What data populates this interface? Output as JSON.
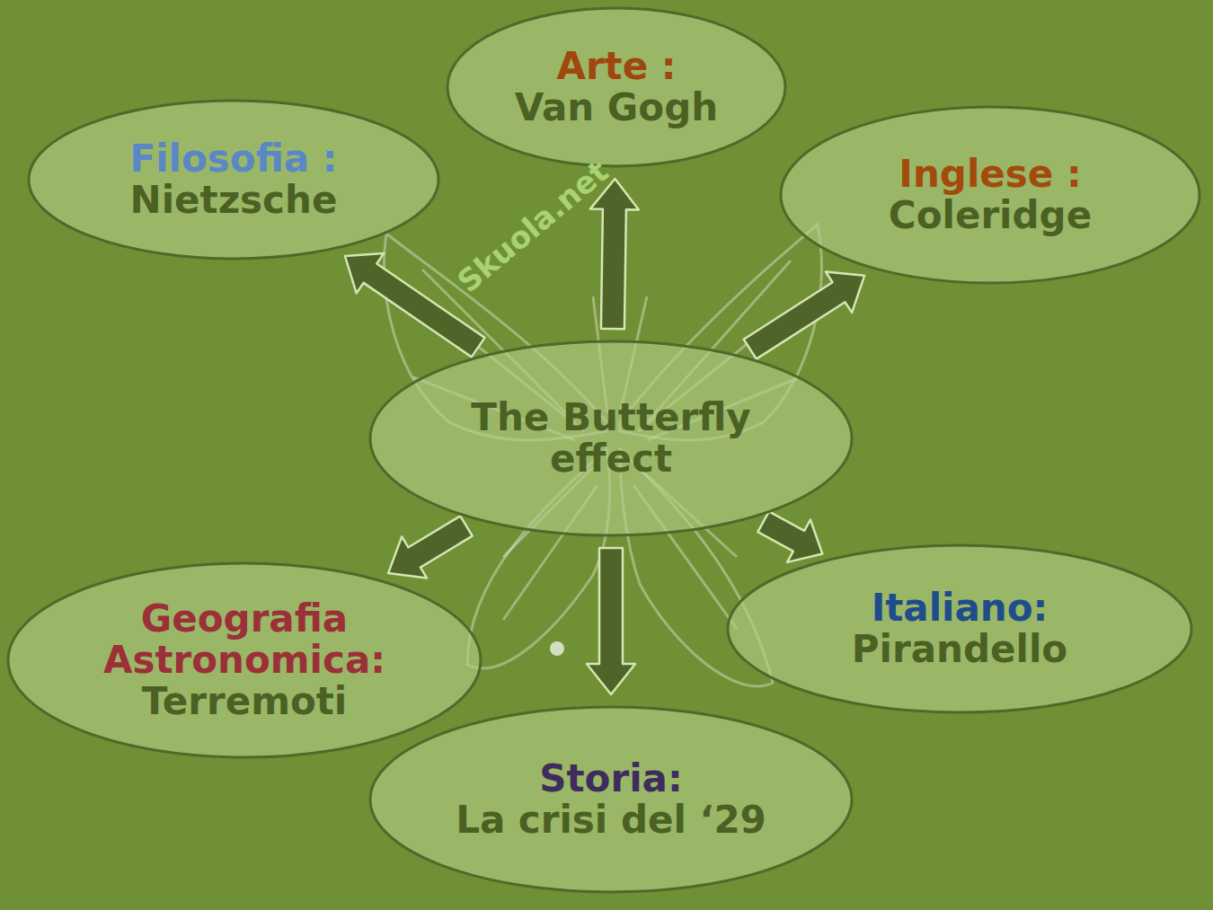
{
  "diagram": {
    "nodes": [
      {
        "text": [
          "Arte :",
          "Van Gogh"
        ]
      },
      {
        "text": [
          "Filosofia :",
          "Nietzsche"
        ]
      },
      {
        "text": [
          "Inglese :",
          "Coleridge"
        ]
      },
      {
        "text": [
          "The Butterfly effect"
        ]
      },
      {
        "text": [
          "Geografia Astronomica:",
          "Terremoti"
        ]
      },
      {
        "text": [
          "Italiano:",
          "Pirandello"
        ]
      },
      {
        "text": [
          "Storia:",
          "La crisi del ‘29"
        ]
      }
    ],
    "edges": [
      {
        "from": 3,
        "to": 0,
        "arrow": "to"
      },
      {
        "from": 3,
        "to": 1,
        "arrow": "to"
      },
      {
        "from": 3,
        "to": 2,
        "arrow": "to"
      },
      {
        "from": 3,
        "to": 4,
        "arrow": "to"
      },
      {
        "from": 3,
        "to": 5,
        "arrow": "to"
      },
      {
        "from": 3,
        "to": 6,
        "arrow": "to"
      }
    ],
    "labels": [
      "Skuola.net"
    ]
  }
}
